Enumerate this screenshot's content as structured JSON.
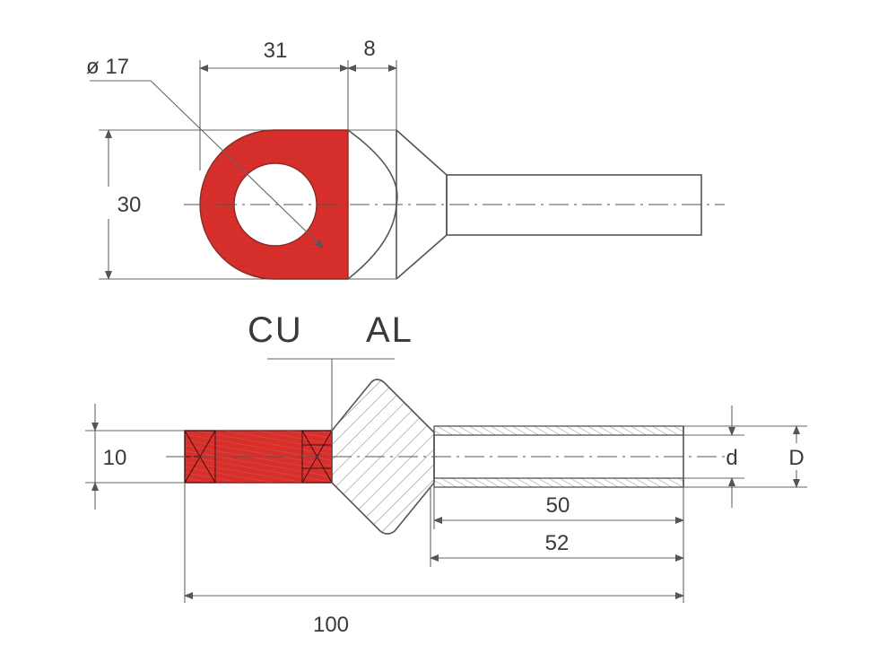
{
  "dimensions": {
    "hole_diameter": "ø 17",
    "palm_length": "31",
    "transition_length": "8",
    "palm_width": "30",
    "palm_thickness": "10",
    "bore_depth": "50",
    "barrel_length": "52",
    "overall_length": "100",
    "inner_diameter": "d",
    "outer_diameter": "D"
  },
  "materials": {
    "left": "CU",
    "right": "AL"
  },
  "colors": {
    "copper_fill": "#d7302c",
    "line": "#555555"
  }
}
